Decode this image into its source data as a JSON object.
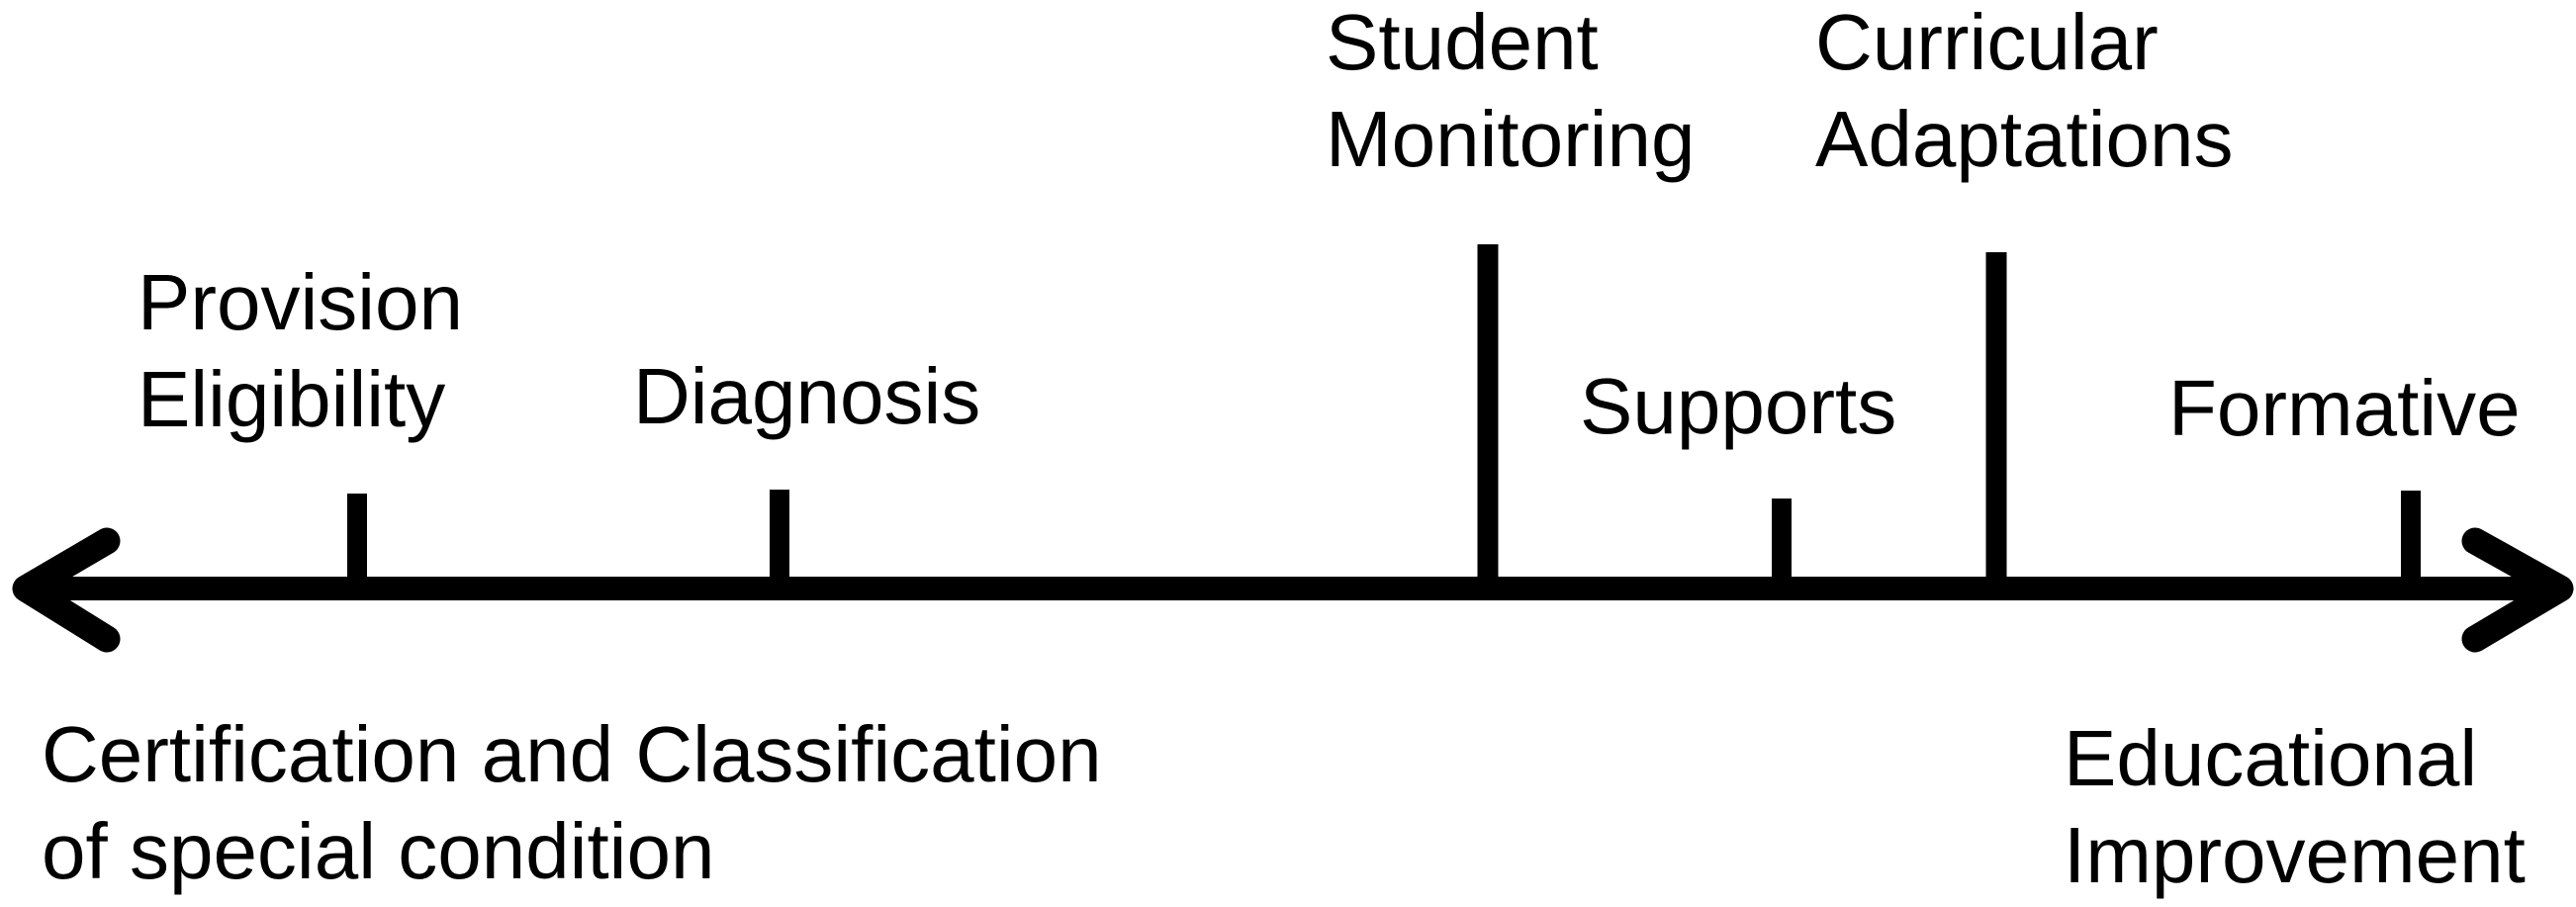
{
  "colors": {
    "ink": "#000000",
    "background": "#ffffff"
  },
  "timeline": {
    "type": "double-headed-arrow-continuum",
    "tick_labels": {
      "provision_eligibility": {
        "line1": "Provision",
        "line2": "Eligibility"
      },
      "diagnosis": {
        "text": "Diagnosis"
      },
      "student_monitoring": {
        "line1": "Student",
        "line2": "Monitoring"
      },
      "supports": {
        "text": "Supports"
      },
      "curricular_adaptations": {
        "line1": "Curricular",
        "line2": "Adaptations"
      },
      "formative": {
        "text": "Formative"
      }
    },
    "end_labels": {
      "left": {
        "line1": "Certification and Classification",
        "line2": "of special condition"
      },
      "right": {
        "line1": "Educational",
        "line2": "Improvement"
      }
    }
  }
}
